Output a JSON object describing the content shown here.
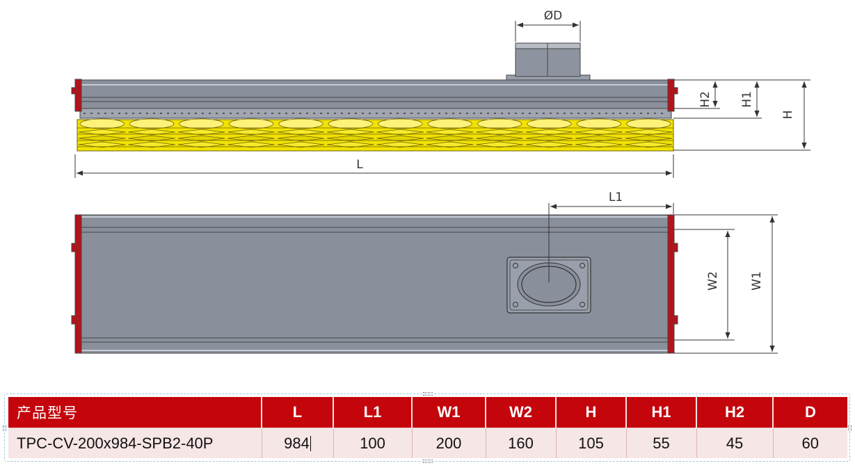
{
  "drawing": {
    "front_view": {
      "dimension_labels": {
        "diameter": "ØD",
        "h2": "H2",
        "h1": "H1",
        "h": "H",
        "length": "L"
      }
    },
    "top_view": {
      "dimension_labels": {
        "l1": "L1",
        "w2": "W2",
        "w1": "W1"
      }
    },
    "colors": {
      "frame": "#8a8f9c",
      "end_cap": "#b3141a",
      "suction_cups": "#f2e205",
      "outline": "#4a4a4a"
    }
  },
  "spec_table": {
    "headers": [
      "产品型号",
      "L",
      "L1",
      "W1",
      "W2",
      "H",
      "H1",
      "H2",
      "D"
    ],
    "row": [
      "TPC-CV-200x984-SPB2-40P",
      "984",
      "100",
      "200",
      "160",
      "105",
      "55",
      "45",
      "60"
    ],
    "colors": {
      "header_bg": "#c4050c",
      "row_bg": "#f7e6e6"
    }
  }
}
